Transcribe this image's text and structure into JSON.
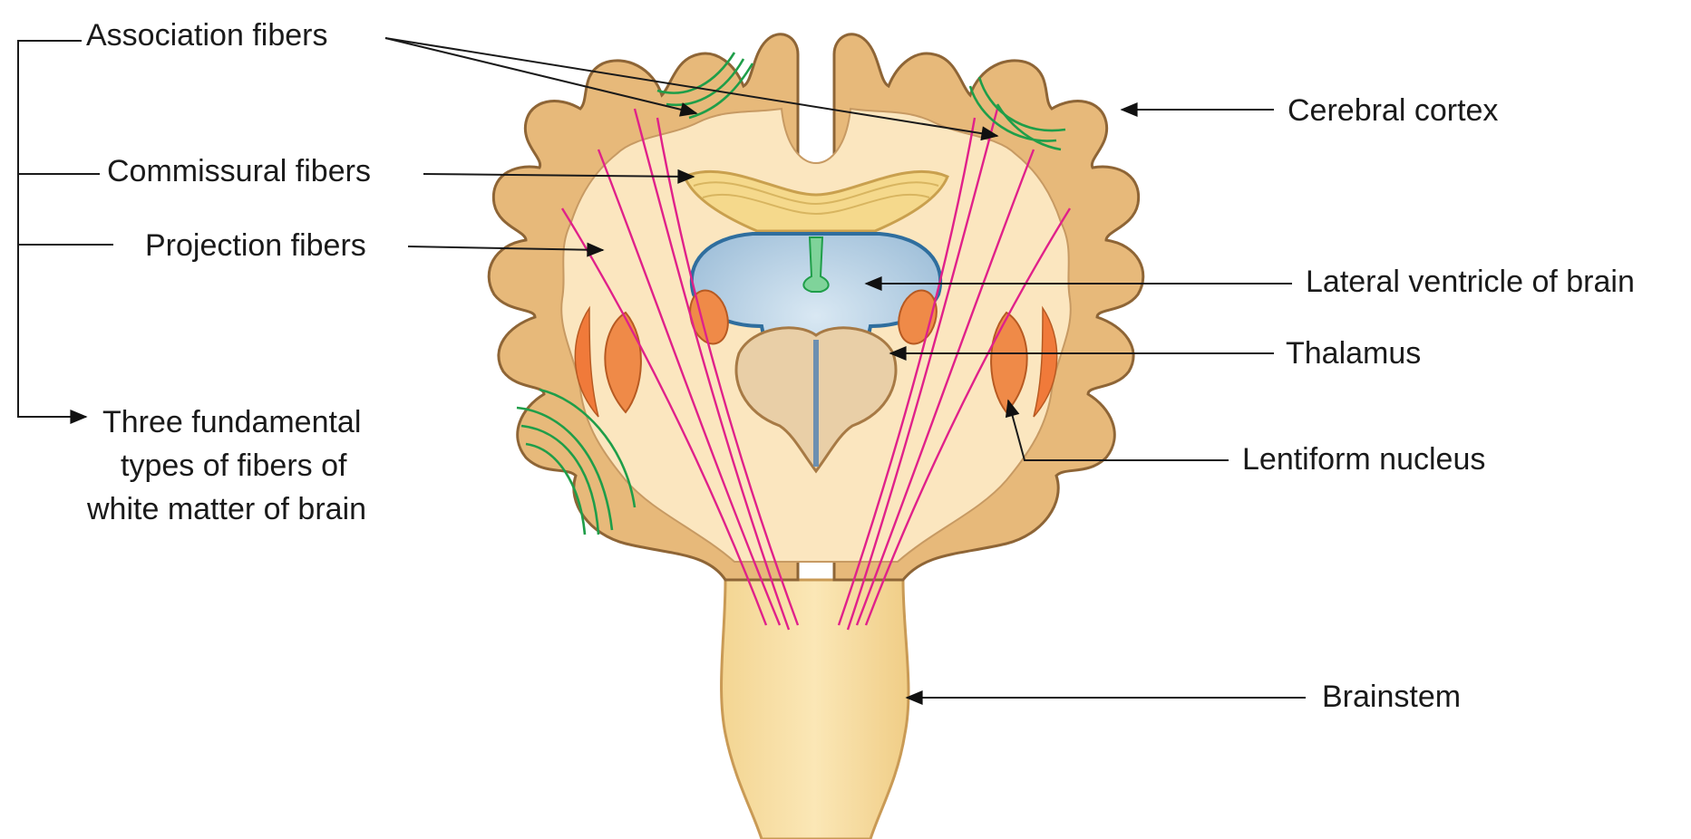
{
  "labels": {
    "association_fibers": "Association fibers",
    "commissural_fibers": "Commissural fibers",
    "projection_fibers": "Projection fibers",
    "three_types_line1": "Three fundamental",
    "three_types_line2": "types of fibers of",
    "three_types_line3": "white matter of brain",
    "cerebral_cortex": "Cerebral cortex",
    "lateral_ventricle": "Lateral ventricle of brain",
    "thalamus": "Thalamus",
    "lentiform_nucleus": "Lentiform nucleus",
    "brainstem": "Brainstem"
  },
  "colors": {
    "cortex": "#e7b97a",
    "white_matter": "#fbe6bf",
    "projection_fiber": "#e0218a",
    "association_fiber": "#1f9e49",
    "ventricle": "#a9c6de",
    "thalamus": "#e9cfa7",
    "lentiform": "#ef8a48"
  }
}
